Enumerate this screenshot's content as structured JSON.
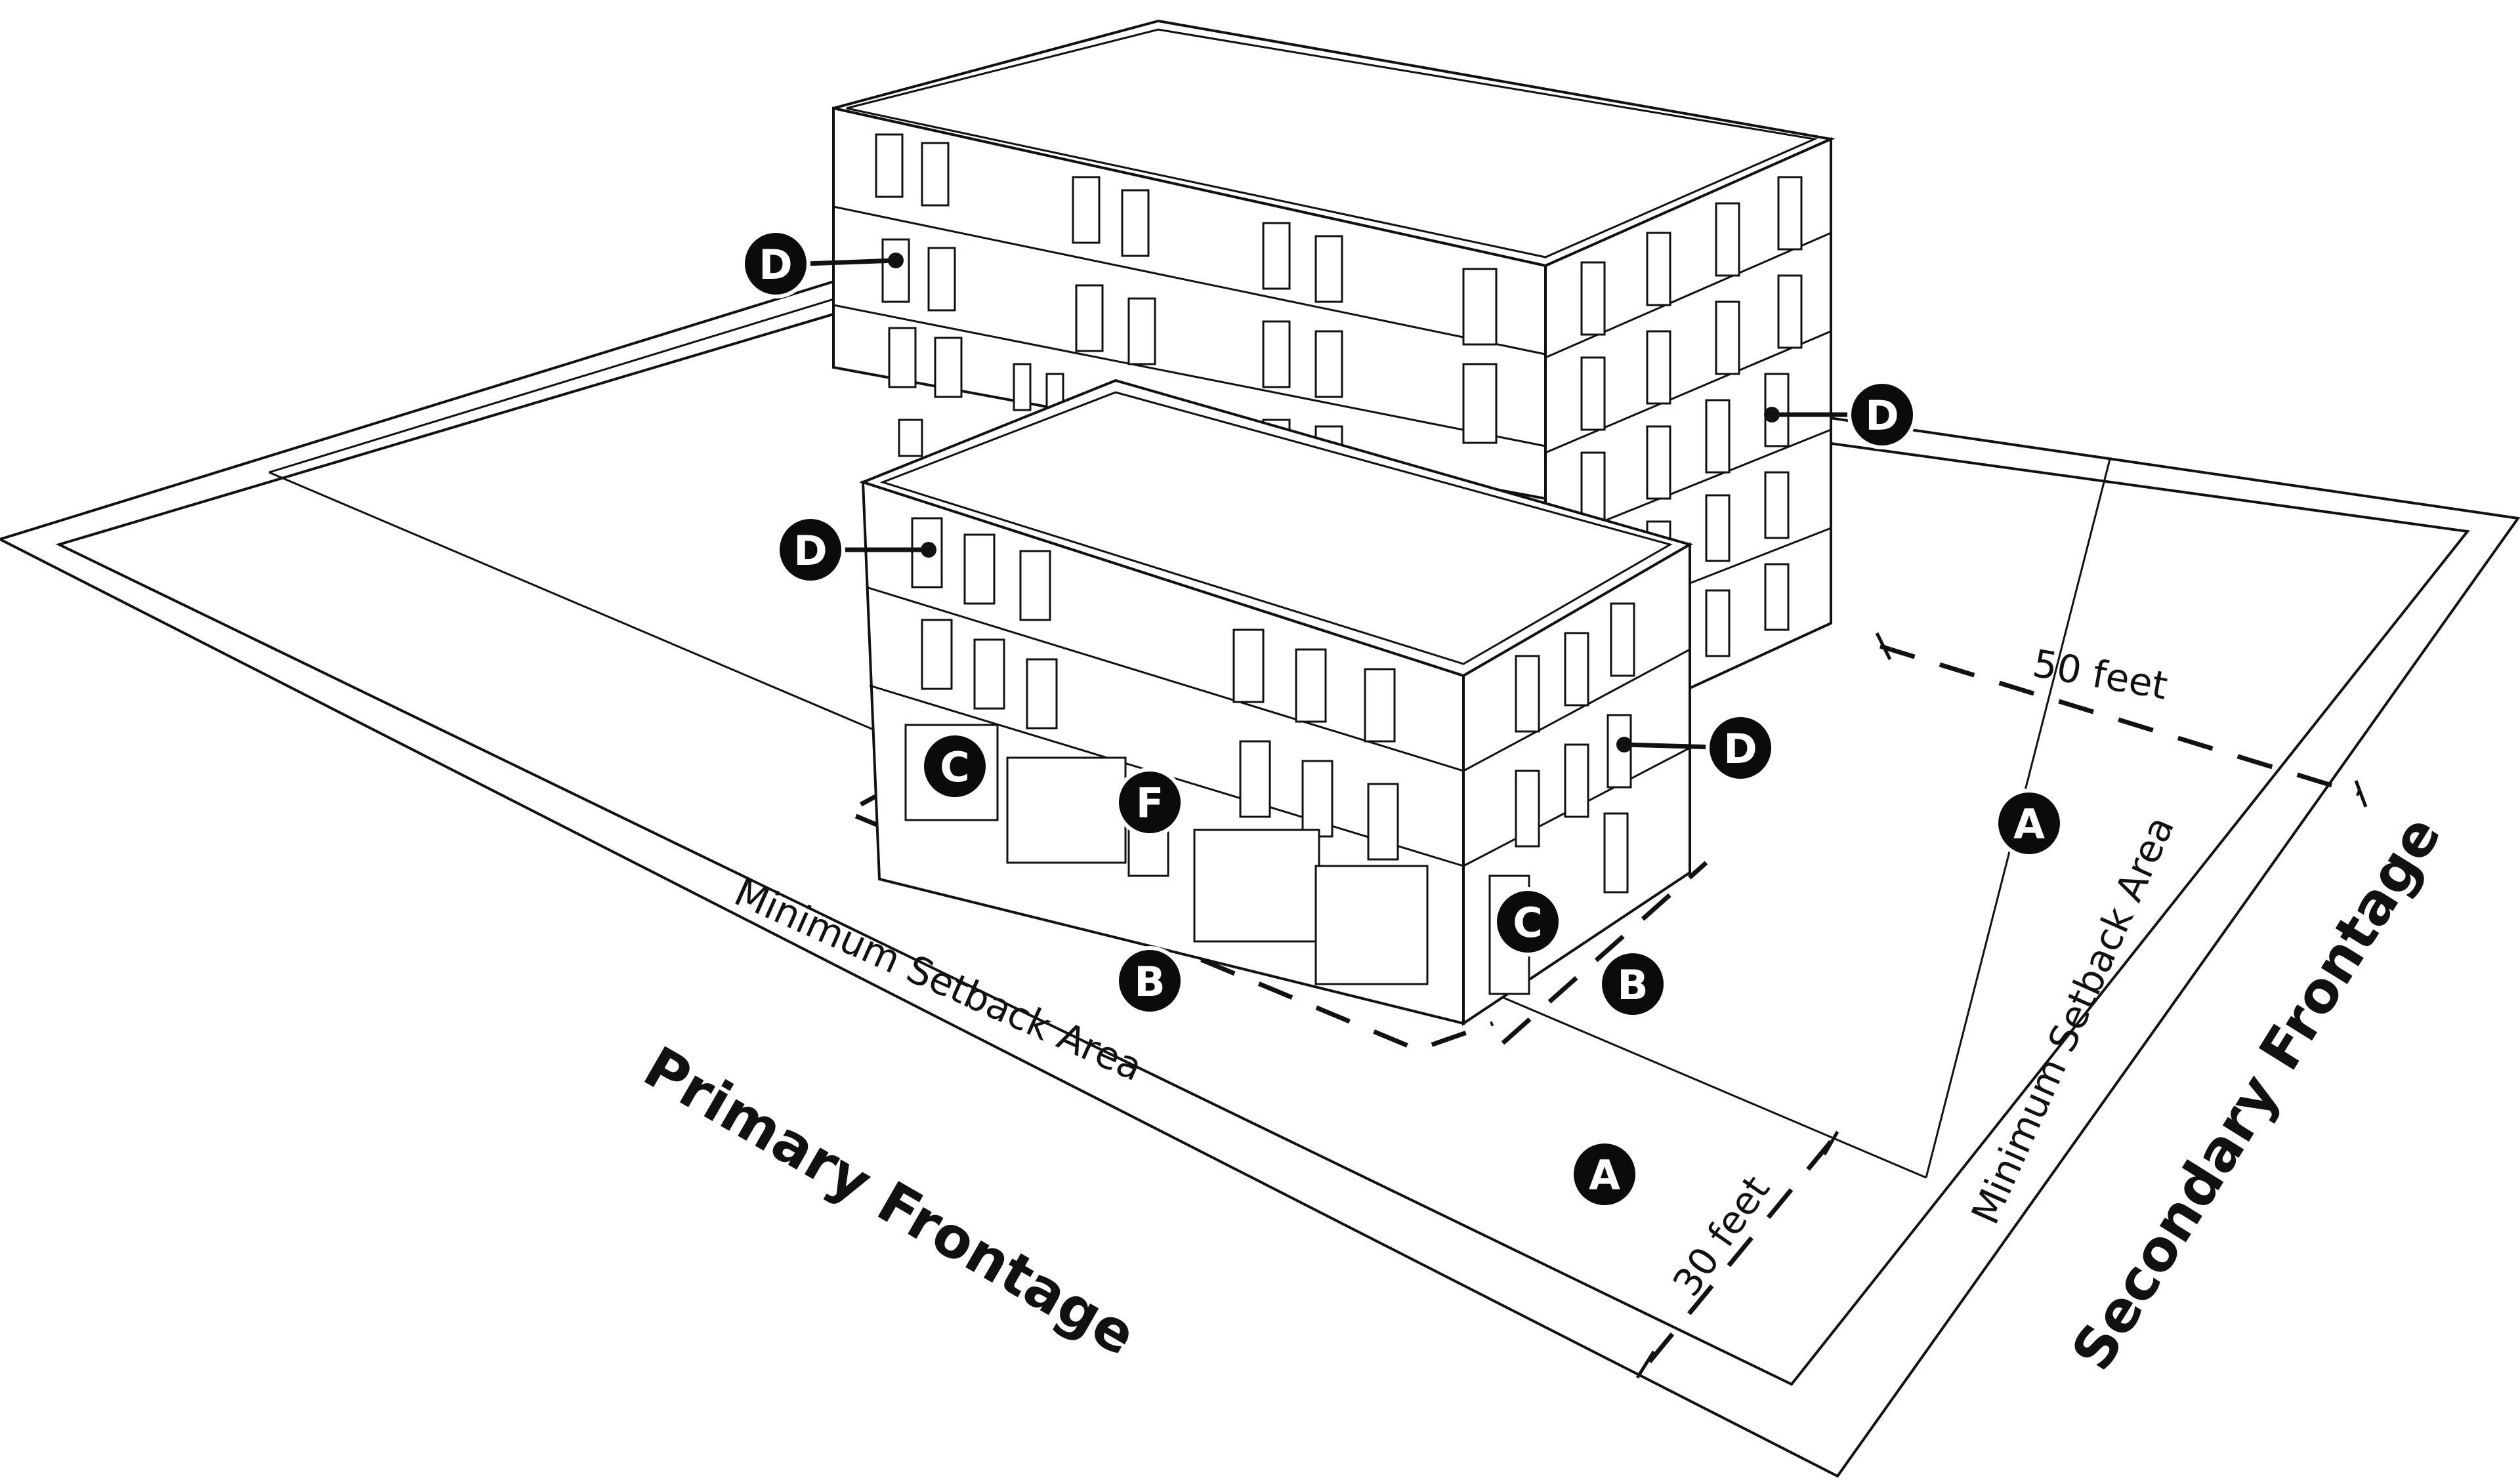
{
  "labels": {
    "primary_frontage": "Primary Frontage",
    "secondary_frontage": "Secondary Frontage",
    "setback_primary": "Minimum Setback Area",
    "setback_secondary": "Minimum Setback Area",
    "dim_50": "50 feet",
    "dim_30": "30 feet"
  },
  "markers": {
    "A": "A",
    "B": "B",
    "C": "C",
    "D": "D",
    "F": "F"
  },
  "colors": {
    "line": "#111111",
    "marker_fill": "#0b0b0b",
    "marker_text": "#ffffff",
    "background": "#ffffff"
  }
}
